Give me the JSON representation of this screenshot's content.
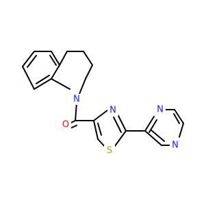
{
  "molecule": {
    "atoms": {
      "n1": {
        "label": "N",
        "color": "#1a1aff"
      },
      "o1": {
        "label": "O",
        "color": "#ff0d0d"
      },
      "n2": {
        "label": "N",
        "color": "#1a1aff"
      },
      "s1": {
        "label": "S",
        "color": "#b2a200"
      },
      "n3": {
        "label": "N",
        "color": "#1a1aff"
      },
      "n4": {
        "label": "N",
        "color": "#1a1aff"
      }
    },
    "bond_color": "#000000",
    "background_color": "#ffffff"
  }
}
